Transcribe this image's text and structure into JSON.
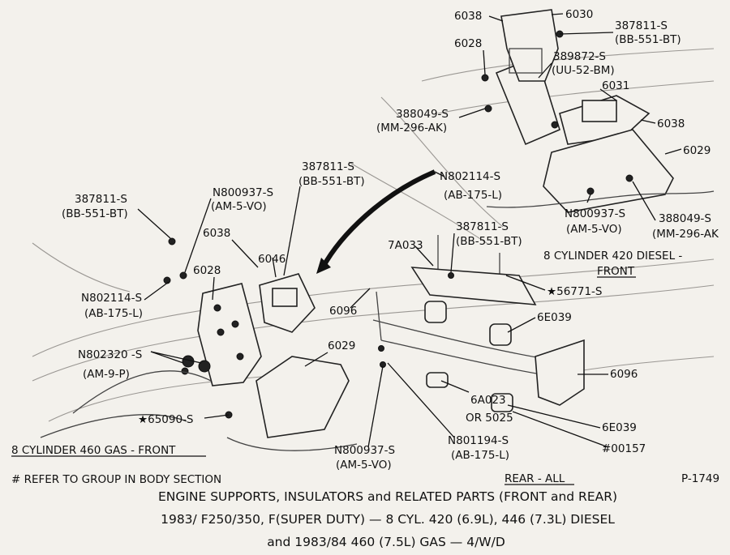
{
  "labels": {
    "p6038_top": "6038",
    "p6030": "6030",
    "p387811_tr": "387811-S",
    "p387811_tr_code": "(BB-551-BT)",
    "p6028_top": "6028",
    "p389872": "389872-S",
    "p389872_code": "(UU-52-BM)",
    "p6031": "6031",
    "p388049_l": "388049-S",
    "p388049_l_code": "(MM-296-AK)",
    "p6038_r": "6038",
    "p6029_r": "6029",
    "p387811_mid": "387811-S",
    "p387811_mid_code": "(BB-551-BT)",
    "pN802114_mid": "N802114-S",
    "pN802114_mid_code": "(AB-175-L)",
    "p387811_l": "387811-S",
    "p387811_l_code": "(BB-551-BT)",
    "pN800937_l": "N800937-S",
    "pN800937_l_code": "(AM-5-VO)",
    "pN800937_r": "N800937-S",
    "pN800937_r_code": "(AM-5-VO)",
    "p388049_r": "388049-S",
    "p388049_r_code": "(MM-296-AK",
    "p6038_l": "6038",
    "p6046": "6046",
    "p6028_l": "6028",
    "p387811_c": "387811-S",
    "p387811_c_code": "(BB-551-BT)",
    "p7A033": "7A033",
    "p56771": "★56771-S",
    "pN802114_l": "N802114-S",
    "pN802114_l_code": "(AB-175-L)",
    "p6096_c": "6096",
    "p6E039_r": "6E039",
    "pN802320": "N802320 -S",
    "pN802320_code": "(AM-9-P)",
    "p6029_c": "6029",
    "p6096_r": "6096",
    "p65090": "★65090-S",
    "p6A023": "6A023",
    "p6A023_or": "OR 5025",
    "p6E039_b": "6E039",
    "pN801194": "N801194-S",
    "pN801194_code": "(AB-175-L)",
    "p00157": "#00157",
    "pN800937_b": "N800937-S",
    "pN800937_b_code": "(AM-5-VO)"
  },
  "sections": {
    "diesel_front_1": "8 CYLINDER 420 DIESEL -",
    "diesel_front_2": "FRONT",
    "gas_front": "8 CYLINDER 460 GAS - FRONT",
    "rear_all": "REAR - ALL"
  },
  "footnote": "# REFER TO GROUP IN BODY SECTION",
  "figure_code": "P-1749",
  "title": {
    "line1": "ENGINE SUPPORTS, INSULATORS and RELATED PARTS (FRONT and REAR)",
    "line2": "1983/ F250/350, F(SUPER DUTY) — 8 CYL. 420 (6.9L), 446 (7.3L) DIESEL",
    "line3": "and 1983/84 460 (7.5L) GAS — 4/W/D"
  }
}
